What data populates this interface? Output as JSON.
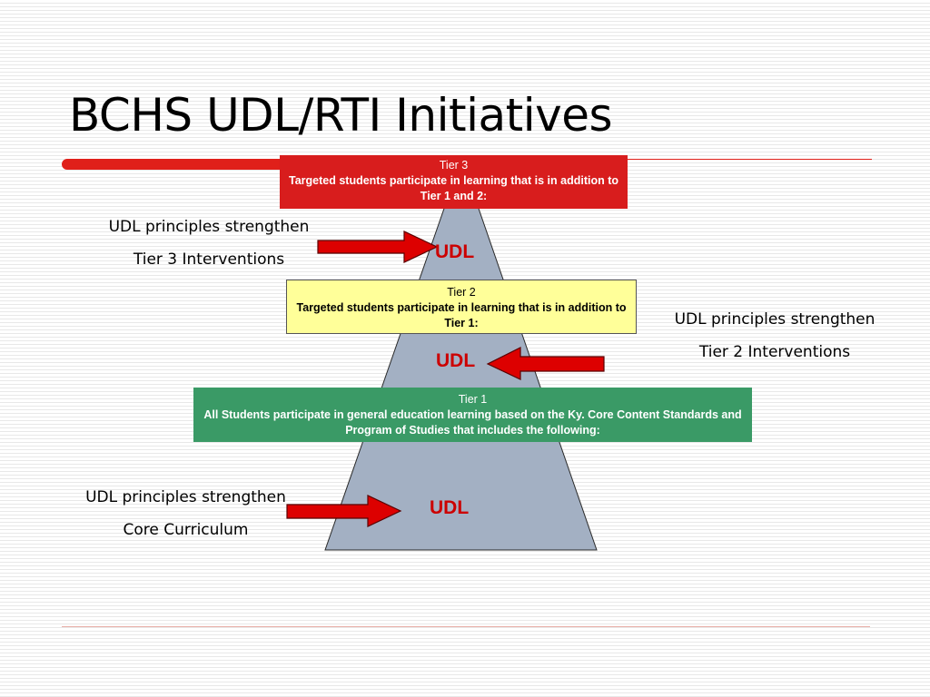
{
  "slide": {
    "title": "BCHS UDL/RTI Initiatives"
  },
  "tiers": {
    "tier3": {
      "name": "Tier 3",
      "description": "Targeted students participate in learning that is in addition to Tier 1 and 2:",
      "color": "#d81d1d"
    },
    "tier2": {
      "name": "Tier 2",
      "description": "Targeted students participate in learning that is in addition to Tier 1:",
      "color": "#ffff99"
    },
    "tier1": {
      "name": "Tier 1",
      "description": "All Students participate in general education learning based on the Ky. Core Content Standards and Program of Studies that includes the following:",
      "color": "#3a9a66"
    }
  },
  "udl_labels": {
    "top": "UDL",
    "middle": "UDL",
    "bottom": "UDL"
  },
  "annotations": {
    "tier3": {
      "line1": "UDL principles strengthen",
      "line2": "Tier 3 Interventions"
    },
    "tier2": {
      "line1": "UDL principles strengthen",
      "line2": "Tier 2 Interventions"
    },
    "core": {
      "line1": "UDL principles strengthen",
      "line2": "Core Curriculum"
    }
  },
  "colors": {
    "pyramid_fill": "#a3b0c3",
    "arrow_fill": "#dd0000",
    "accent": "#e0201a",
    "udl_text": "#cc0000"
  }
}
